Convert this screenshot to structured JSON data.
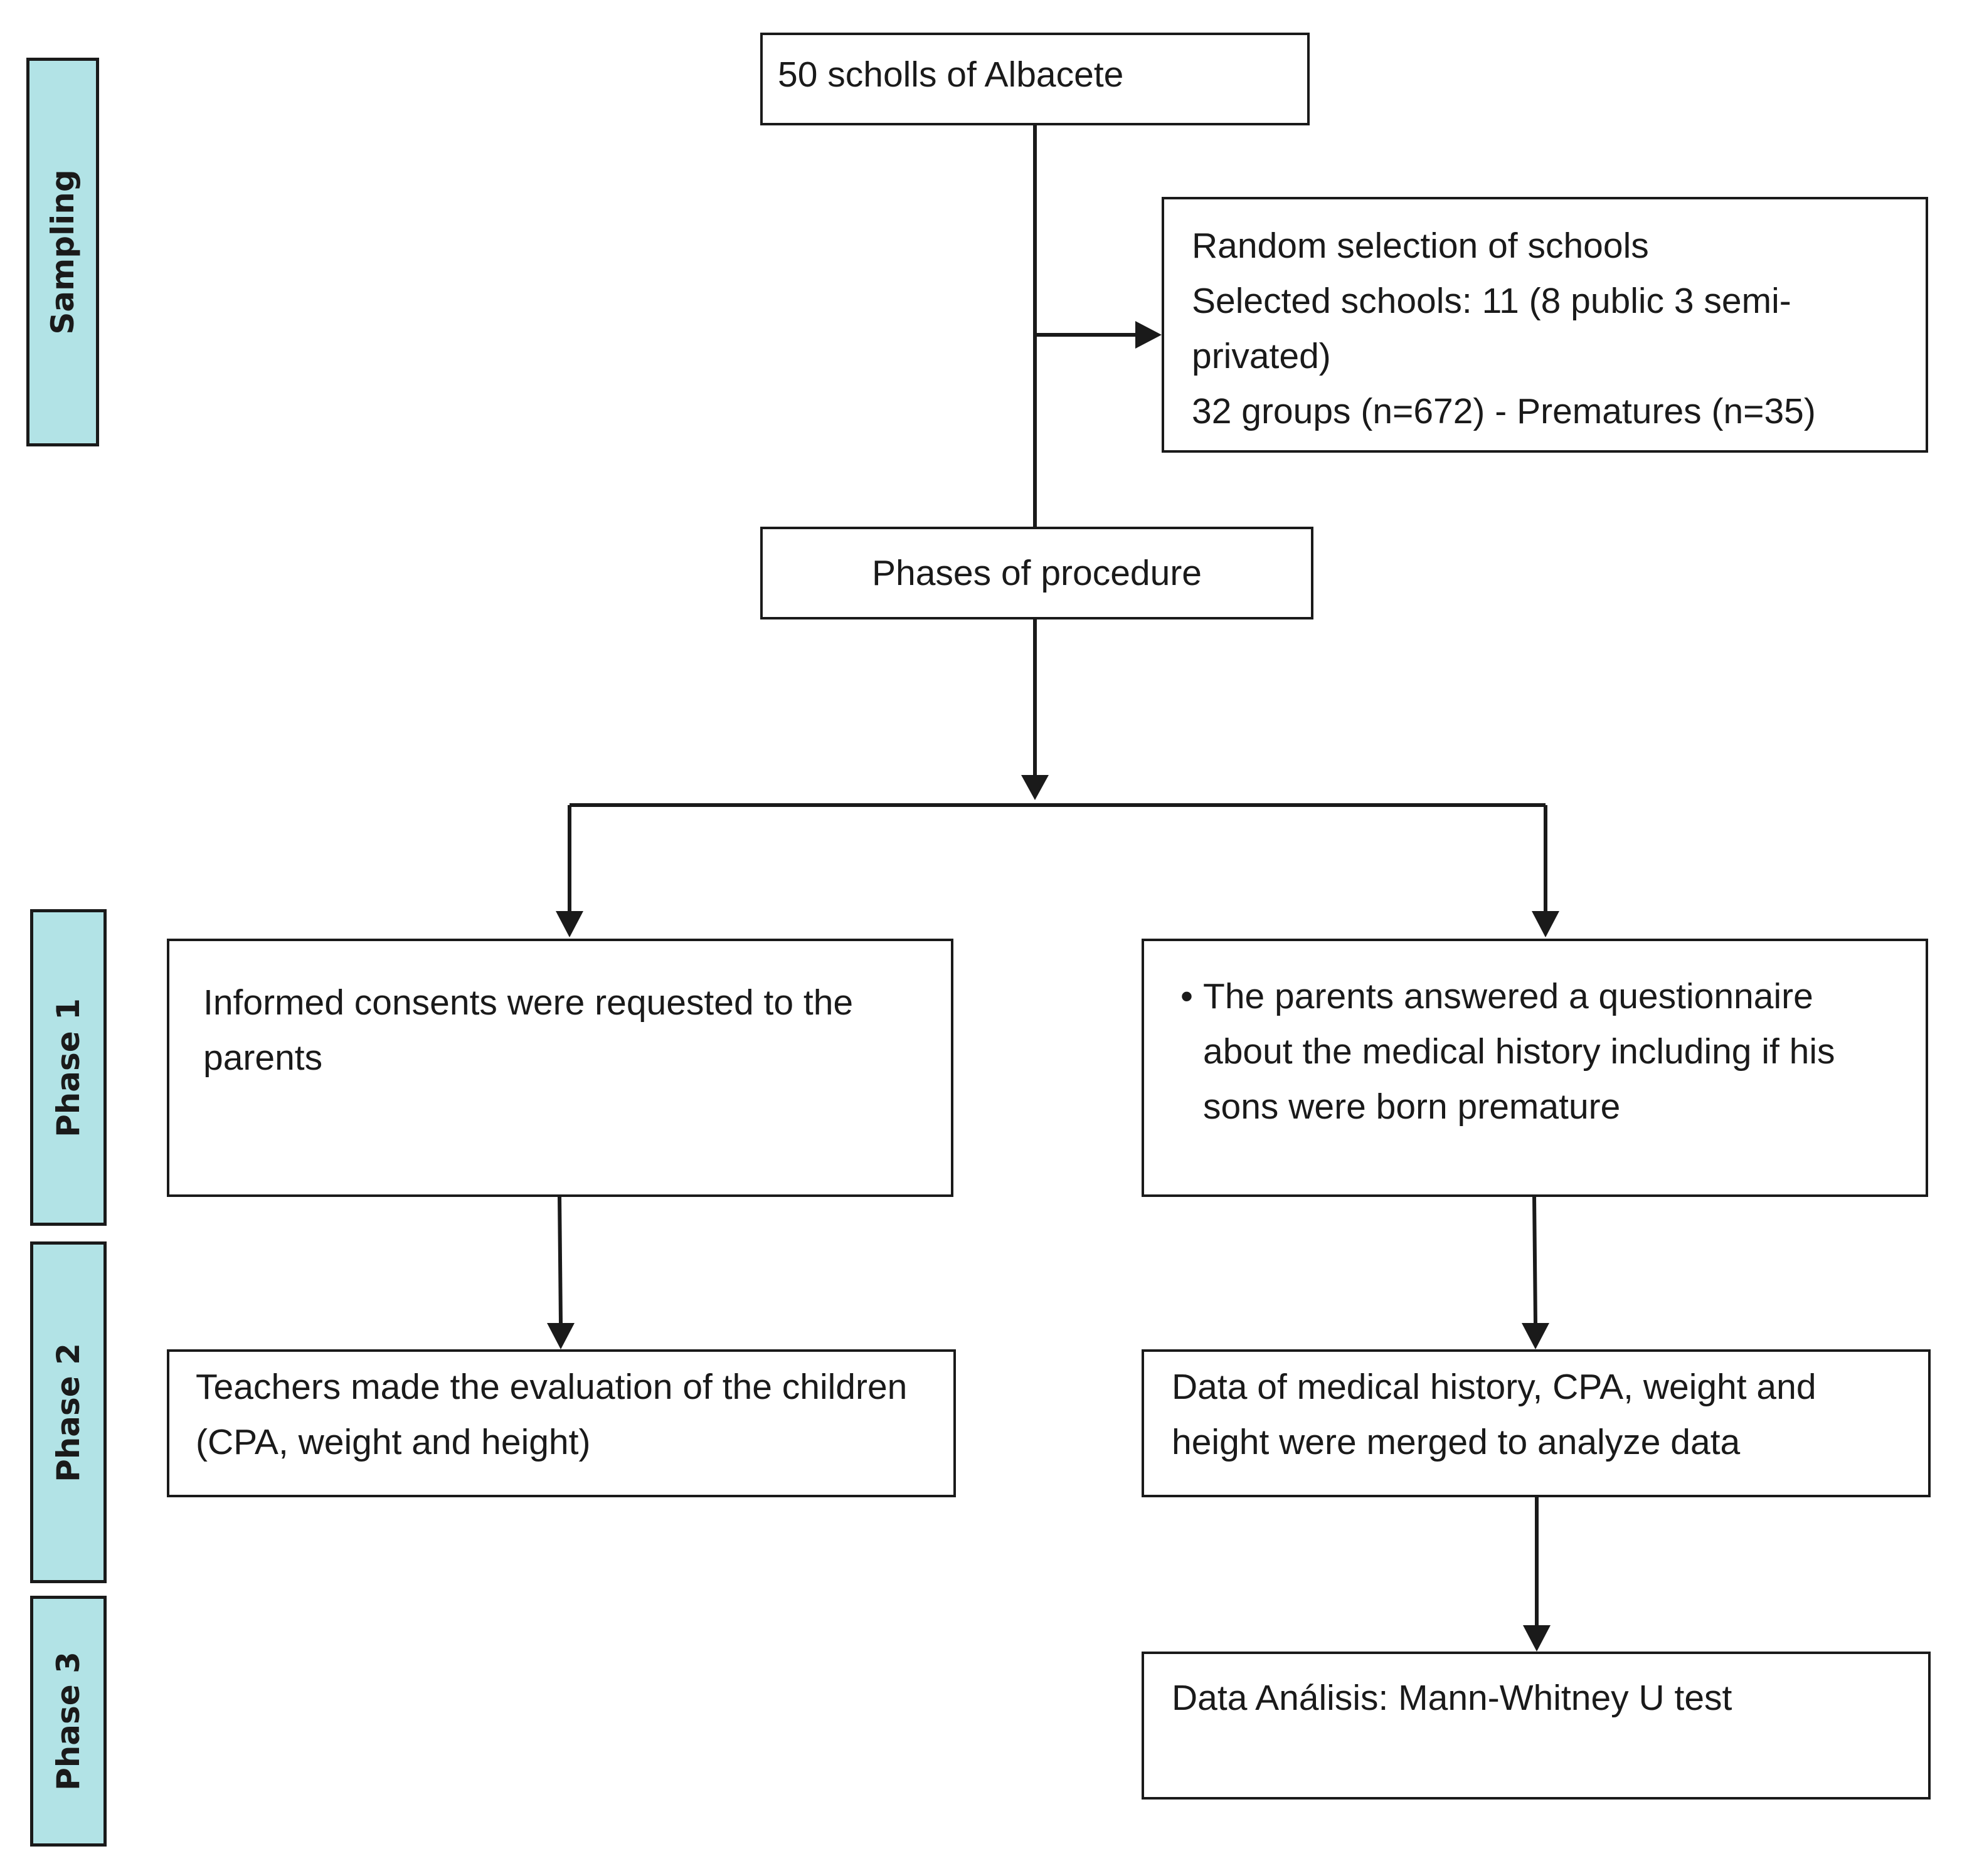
{
  "stages": {
    "sampling": "Sampling",
    "phase1": "Phase 1",
    "phase2": "Phase 2",
    "phase3": "Phase 3"
  },
  "boxes": {
    "schools": [
      "50 scholls of Albacete"
    ],
    "random_selection": [
      "Random selection of schools",
      "Selected schools: 11 (8 public 3 semi-",
      "privated)",
      "32 groups (n=672) - Prematures (n=35)"
    ],
    "phases": [
      "Phases of procedure"
    ],
    "consents": [
      "Informed consents were requested to the",
      "parents"
    ],
    "questionnaire": {
      "bullet": "•",
      "lines": [
        "The parents answered a questionnaire",
        "about the medical history including if his",
        "sons were born premature"
      ]
    },
    "teachers": [
      "Teachers made the evaluation of the children",
      "(CPA, weight and height)"
    ],
    "merge": [
      "Data of medical history, CPA, weight and",
      "height were merged to analyze data"
    ],
    "analysis": [
      "Data Análisis: Mann-Whitney U test"
    ]
  },
  "colors": {
    "stage_fill": "#b2e3e6",
    "stroke": "#1a1a1a",
    "box_fill": "#ffffff"
  }
}
